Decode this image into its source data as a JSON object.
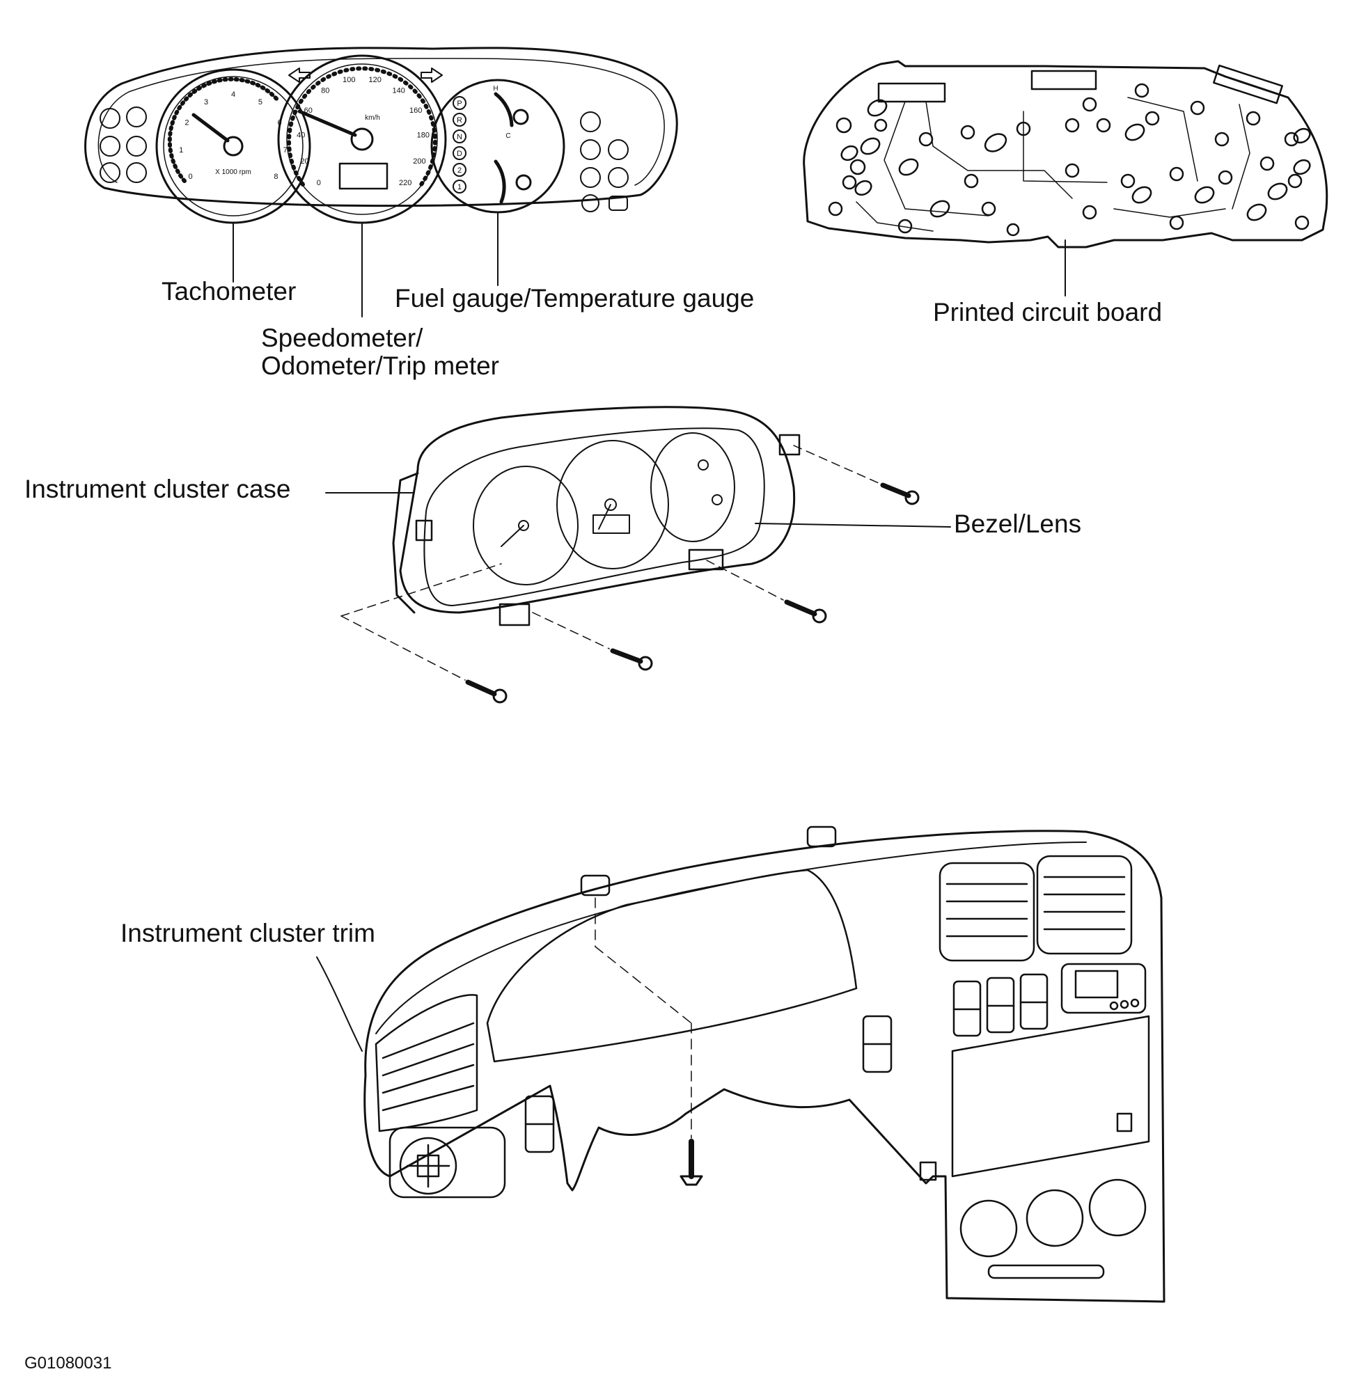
{
  "labels": {
    "tachometer": "Tachometer",
    "speedometer_line1": "Speedometer/",
    "speedometer_line2": "Odometer/Trip meter",
    "fuel_temp": "Fuel gauge/Temperature gauge",
    "pcb": "Printed circuit board",
    "case": "Instrument cluster case",
    "bezel": "Bezel/Lens",
    "trim": "Instrument cluster trim"
  },
  "figure_id": "G01080031",
  "gauge_text": {
    "tach_ticks": [
      "0",
      "1",
      "2",
      "3",
      "4",
      "5",
      "6",
      "7",
      "8"
    ],
    "tach_unit": "X 1000 rpm",
    "speed_ticks": [
      "0",
      "20",
      "40",
      "60",
      "80",
      "100",
      "120",
      "140",
      "160",
      "180",
      "200",
      "220"
    ],
    "speed_unit": "km/h",
    "gear_positions": [
      "P",
      "R",
      "N",
      "D",
      "2",
      "1"
    ],
    "temp_marks": [
      "H",
      "C"
    ]
  },
  "icons": {
    "warning_lamps": [
      "warning-lamp-icon"
    ],
    "screws": [
      "screw-icon"
    ]
  }
}
